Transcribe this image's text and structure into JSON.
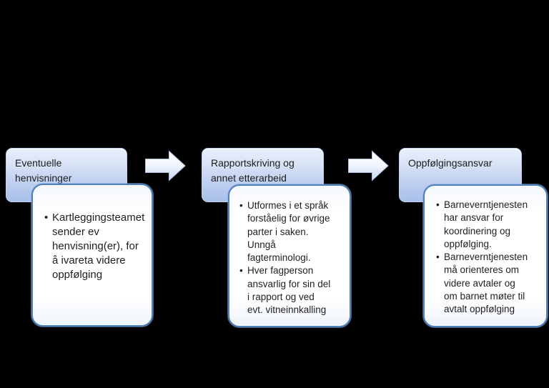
{
  "diagram": {
    "background_color": "#000000",
    "type": "process-flow",
    "stages": [
      {
        "title": "Eventuelle\nhenvisninger",
        "bullets": [
          "Kartleggingsteamet\nsender ev\nhenvisning(er), for\nå ivareta videre\noppfølging"
        ]
      },
      {
        "title": "Rapportskriving og\nannet etterarbeid",
        "bullets": [
          "Utformes i et språk\nforståelig for øvrige\nparter i saken.\nUnngå\nfagterminologi.",
          "Hver fagperson\nansvarlig for sin del\ni rapport og ved\nevt. vitneinnkalling"
        ]
      },
      {
        "title": "Oppfølgingsansvar",
        "bullets": [
          "Barneverntjenesten\nhar ansvar for\nkoordinering og\noppfølging.",
          "Barneverntjenesten\nmå orienteres om\nvidere avtaler og\nom barnet møter til\navtalt oppfølging"
        ]
      }
    ],
    "colors": {
      "header_gradient_top": "#e9effa",
      "header_gradient_bottom": "#a8c0e9",
      "content_box_border": "#4f81bd",
      "content_box_fill": "#ffffff",
      "arrow_gradient_top": "#ffffff",
      "arrow_gradient_bottom": "#c9d8f1",
      "text": "#1f1f1f"
    }
  }
}
